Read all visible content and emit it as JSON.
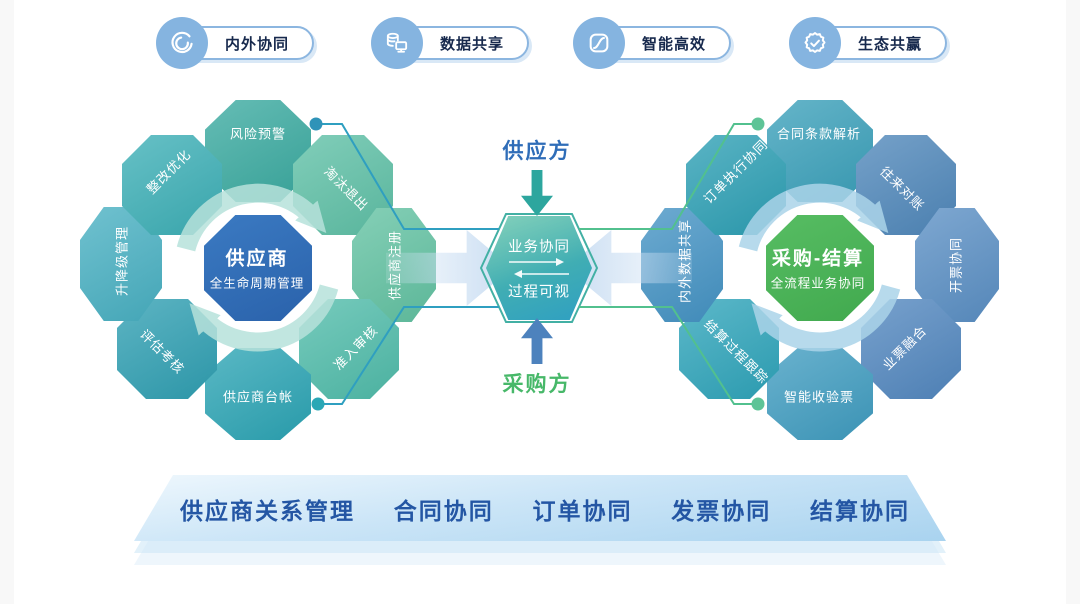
{
  "badges": [
    {
      "label": "内外协同",
      "icon": "cycle-icon"
    },
    {
      "label": "数据共享",
      "icon": "data-share-icon"
    },
    {
      "label": "智能高效",
      "icon": "efficiency-icon"
    },
    {
      "label": "生态共赢",
      "icon": "ecosystem-icon"
    }
  ],
  "supplier_wheel": {
    "center": {
      "title": "供应商",
      "subtitle": "全生命周期管理",
      "color": "#2e6db6"
    },
    "petals": [
      {
        "label": "风险预警",
        "color": "#3aaaa0"
      },
      {
        "label": "淘汰退出",
        "color": "#5ec0a6"
      },
      {
        "label": "供应商注册",
        "color": "#62c2a2"
      },
      {
        "label": "准入审核",
        "color": "#50bcaa"
      },
      {
        "label": "供应商台帐",
        "color": "#2ba4b4"
      },
      {
        "label": "评估考核",
        "color": "#2f9fb2"
      },
      {
        "label": "升降级管理",
        "color": "#48b0c2"
      },
      {
        "label": "整改优化",
        "color": "#3cafb6"
      }
    ]
  },
  "purchase_wheel": {
    "center": {
      "title": "采购-结算",
      "subtitle": "全流程业务协同",
      "color": "#4bb158"
    },
    "petals": [
      {
        "label": "合同条款解析",
        "color": "#3aa0ba"
      },
      {
        "label": "往来对账",
        "color": "#4f87ba"
      },
      {
        "label": "开票协同",
        "color": "#5a8fc4"
      },
      {
        "label": "业票融合",
        "color": "#5287bf"
      },
      {
        "label": "智能收验票",
        "color": "#3f9cc0"
      },
      {
        "label": "结算过程跟踪",
        "color": "#2ea4ba"
      },
      {
        "label": "内外数据共享",
        "color": "#4493c4"
      },
      {
        "label": "订单执行协同",
        "color": "#2c9fb4"
      }
    ]
  },
  "middle": {
    "supply_side": "供应方",
    "purchase_side": "采购方",
    "hub_top": "业务协同",
    "hub_bottom": "过程可视",
    "hub_color": "#3fae9f",
    "supply_color": "#2f6db8",
    "purchase_color": "#47b869",
    "down_arrow_color": "#2da69e",
    "up_arrow_color": "#4d82bd"
  },
  "banner": {
    "items": [
      "供应商关系管理",
      "合同协同",
      "订单协同",
      "发票协同",
      "结算协同"
    ],
    "text_color": "#2456a4"
  },
  "colors": {
    "badge_circle": "#85b4e0",
    "badge_border": "#8cb6e0",
    "left_link": "#2f9fc0",
    "right_link": "#52c08e",
    "frame": "#43b0a4",
    "left_swirl": "#b7e2db",
    "right_swirl": "#abd4e9"
  }
}
